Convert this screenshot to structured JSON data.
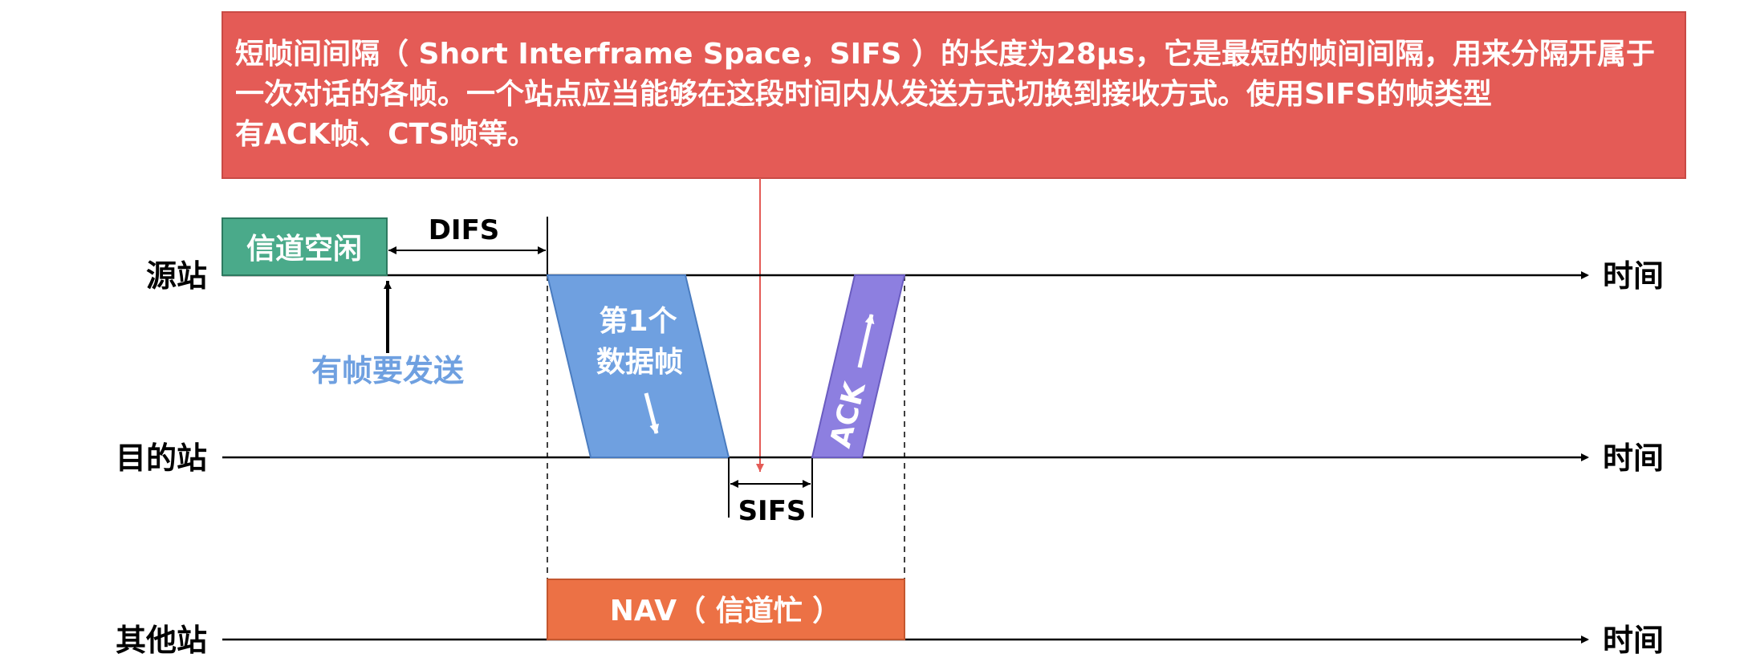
{
  "callout": {
    "line1": "短帧间间隔（ Short Interframe Space，SIFS ）的长度为28μs，它是最短的帧间间隔，用来分隔开属于",
    "line2": "一次对话的各帧。一个站点应当能够在这段时间内从发送方式切换到接收方式。使用SIFS的帧类型",
    "line3": "有ACK帧、CTS帧等。"
  },
  "stations": {
    "source": "源站",
    "destination": "目的站",
    "others": "其他站"
  },
  "time_label": "时间",
  "channel_idle": "信道空闲",
  "difs_label": "DIFS",
  "has_frame_to_send": "有帧要发送",
  "data_frame_line1": "第1个",
  "data_frame_line2": "数据帧",
  "ack_label": "ACK",
  "sifs_label": "SIFS",
  "nav_label": "NAV（ 信道忙 ）",
  "colors": {
    "callout": "#e45b56",
    "channel_idle": "#4aaa8a",
    "data_frame": "#6fa0e0",
    "ack": "#8d7fe0",
    "nav": "#ec7145",
    "send_text": "#6fa0e0"
  }
}
